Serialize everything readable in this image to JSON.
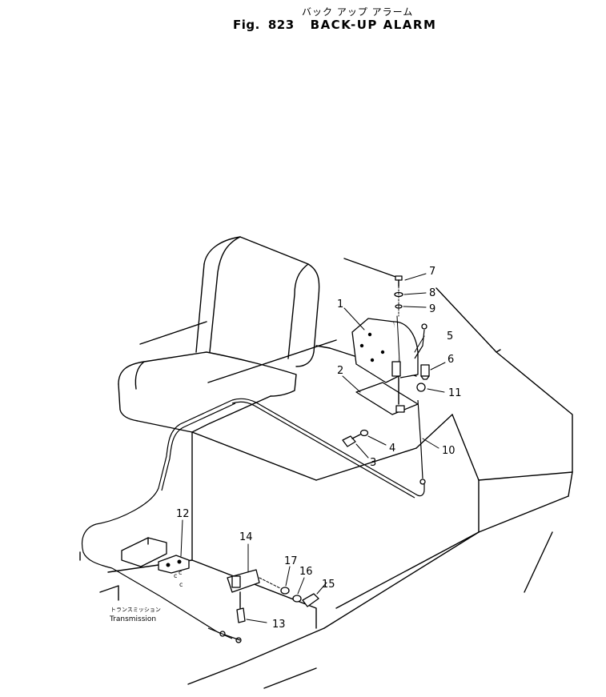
{
  "header": {
    "title_jp": "バック アップ アラーム",
    "figure_label": "Fig.",
    "figure_number": "823",
    "figure_title": "BACK-UP  ALARM"
  },
  "labels": {
    "transmission_jp": "トランスミッション",
    "transmission_en": "Transmission"
  },
  "callouts": {
    "p1": "1",
    "p2": "2",
    "p3": "3",
    "p4": "4",
    "p5": "5",
    "p6": "6",
    "p7": "7",
    "p8": "8",
    "p9": "9",
    "p10": "10",
    "p11": "11",
    "p12": "12",
    "p13": "13",
    "p14": "14",
    "p15": "15",
    "p16": "16",
    "p17": "17"
  }
}
